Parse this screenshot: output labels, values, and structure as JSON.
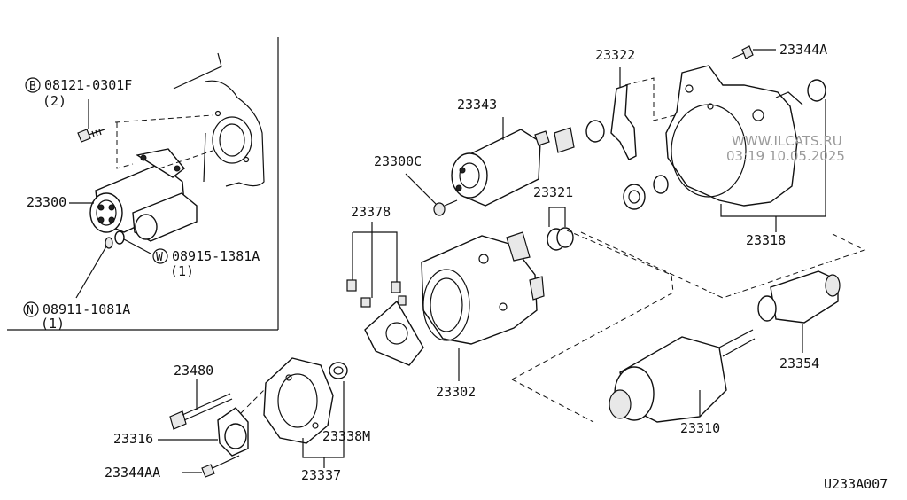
{
  "diagram": {
    "code": "U233A007",
    "watermark": {
      "line1": "WWW.ILCATS.RU",
      "line2": "03:19 10.05.2025"
    },
    "inset_labels": {
      "bolt": {
        "marker": "B",
        "part": "08121-0301F",
        "qty": "(2)"
      },
      "starter": {
        "part": "23300"
      },
      "washer": {
        "marker": "W",
        "part": "08915-1381A",
        "qty": "(1)"
      },
      "nut": {
        "marker": "N",
        "part": "08911-1081A",
        "qty": "(1)"
      }
    },
    "parts": {
      "p23322": "23322",
      "p23344A": "23344A",
      "p23343": "23343",
      "p23300C": "23300C",
      "p23321": "23321",
      "p23318": "23318",
      "p23378": "23378",
      "p23302": "23302",
      "p23354": "23354",
      "p23310": "23310",
      "p23480": "23480",
      "p23316": "23316",
      "p23338M": "23338M",
      "p23344AA": "23344AA",
      "p23337": "23337"
    }
  }
}
